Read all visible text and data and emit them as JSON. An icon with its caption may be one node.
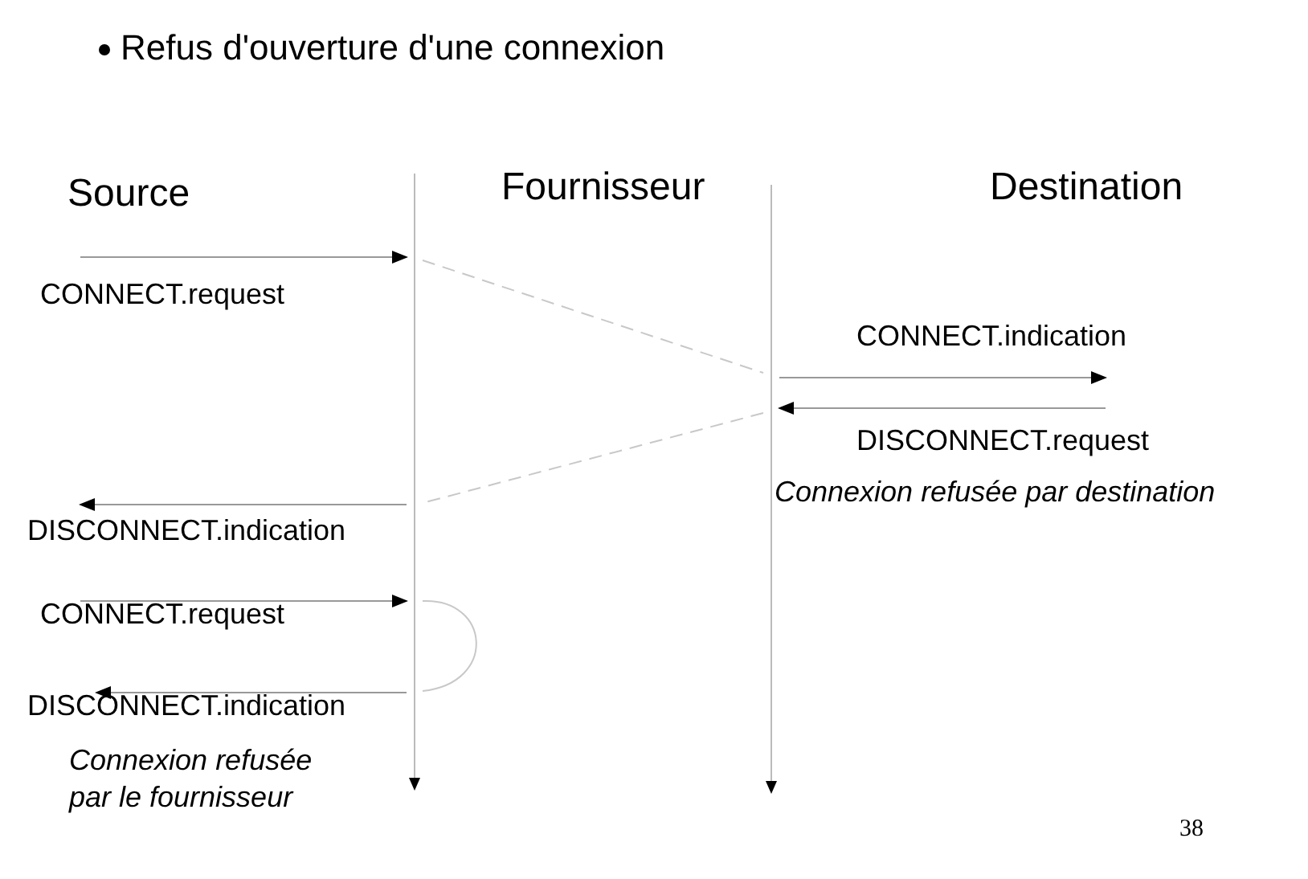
{
  "diagram": {
    "title": "Refus d'ouverture d'une connexion",
    "nodes": [
      {
        "text": [],
        "shape": "line"
      },
      {
        "text": [],
        "shape": "line"
      }
    ],
    "edges": [
      {
        "from": null,
        "to": 0,
        "arrow": "to",
        "label": "CONNECT.request"
      },
      {
        "from": 0,
        "to": 1,
        "arrow": "none",
        "style": "dashed",
        "color": "#c8c8c8"
      },
      {
        "from": 1,
        "to": null,
        "arrow": "to",
        "label": "CONNECT.indication"
      },
      {
        "from": null,
        "to": 1,
        "arrow": "to",
        "label": "DISCONNECT.request"
      },
      {
        "from": 1,
        "to": 0,
        "arrow": "none",
        "style": "dashed",
        "color": "#c8c8c8"
      },
      {
        "from": 0,
        "to": null,
        "arrow": "to",
        "label": "DISCONNECT.indication"
      },
      {
        "from": null,
        "to": 0,
        "arrow": "to",
        "label": "CONNECT.request"
      },
      {
        "from": 0,
        "to": 0,
        "arrow": "none",
        "color": "#c8c8c8"
      },
      {
        "from": 0,
        "to": null,
        "arrow": "to",
        "label": "DISCONNECT.indication"
      }
    ],
    "labels": [
      "Source",
      "Fournisseur",
      "Destination",
      "Connexion refusée par destination",
      "Connexion refusée par le fournisseur",
      "38"
    ]
  }
}
